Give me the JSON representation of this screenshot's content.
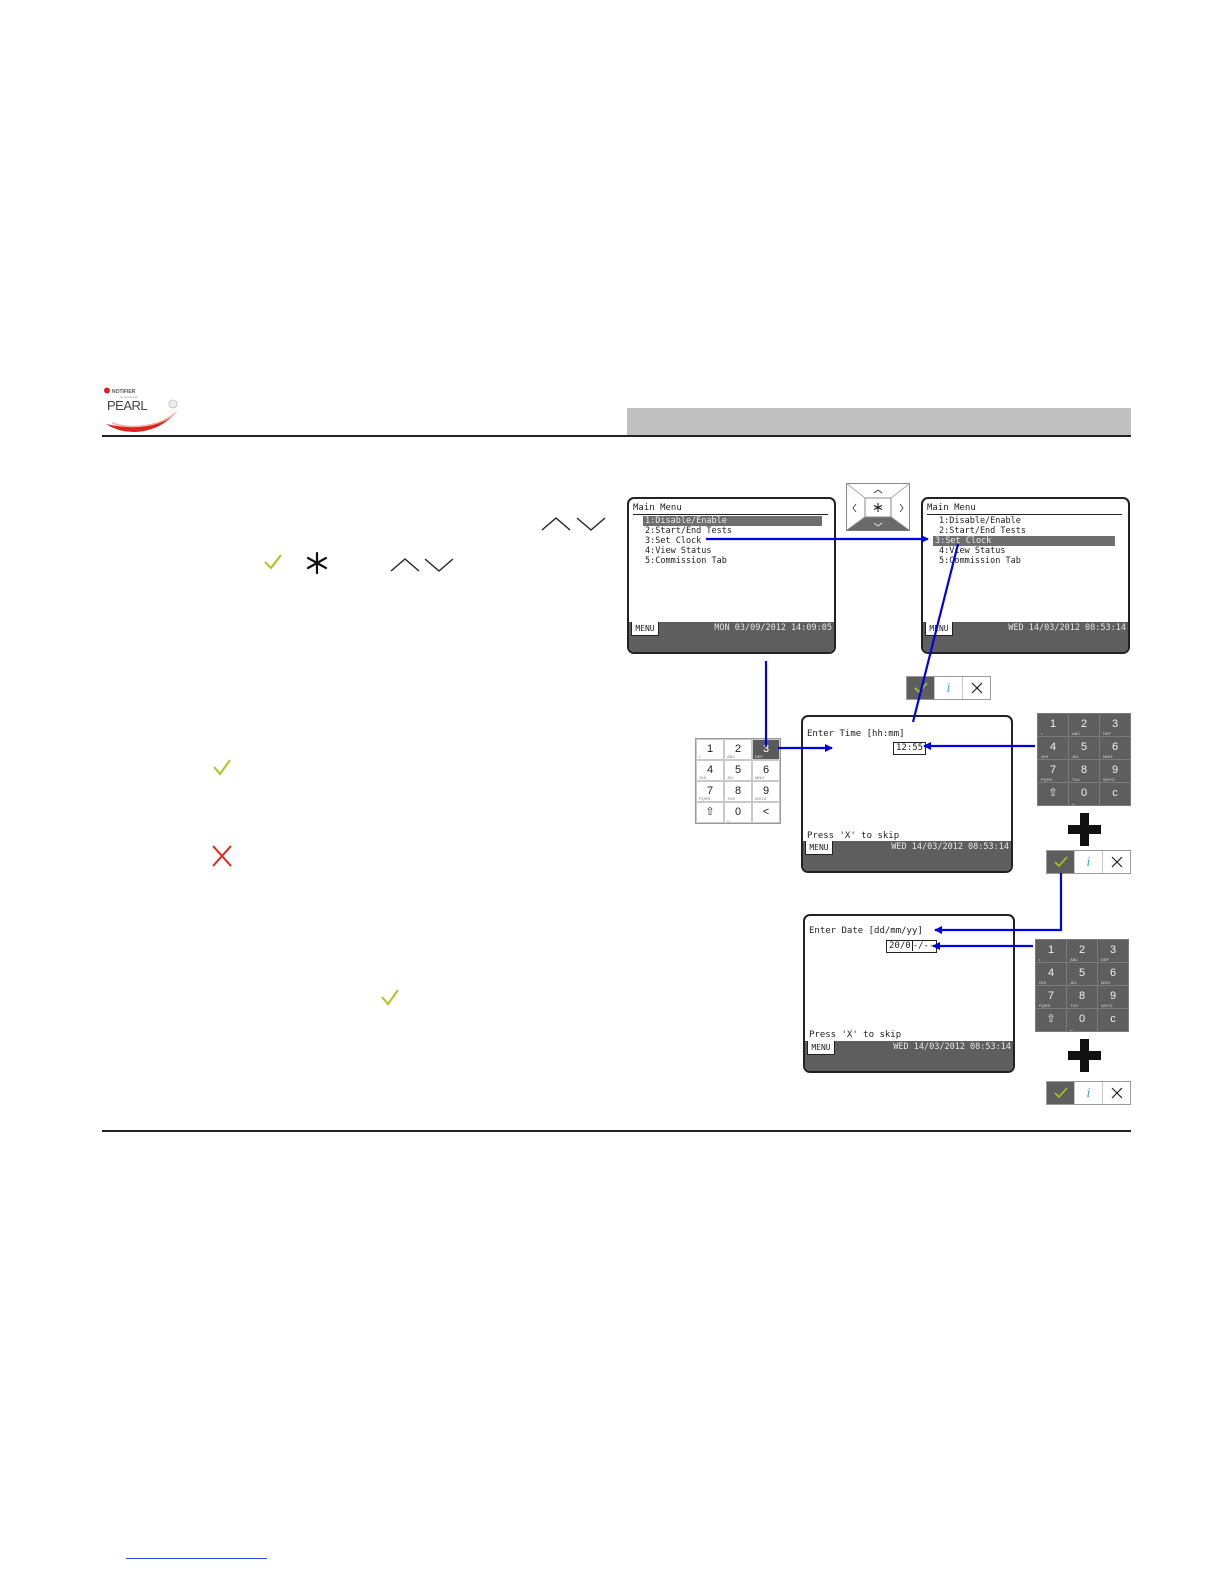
{
  "header": {
    "brand_small": "NOTIFIER",
    "brand_tag": "by Honeywell",
    "brand_name": "PEARL"
  },
  "screens": {
    "main_menu_1": {
      "title": "Main Menu",
      "items": [
        "1:Disable/Enable",
        "2:Start/End Tests",
        "3:Set Clock",
        "4:View Status",
        "5:Commission Tab"
      ],
      "selected_index": 0,
      "footer_tab": "MENU",
      "datetime": "MON 03/09/2012 14:09:05"
    },
    "main_menu_2": {
      "title": "Main Menu",
      "items": [
        "1:Disable/Enable",
        "2:Start/End Tests",
        "3:Set Clock",
        "4:View Status",
        "5:Commission Tab"
      ],
      "selected_index": 2,
      "footer_tab": "MENU",
      "datetime": "WED 14/03/2012 08:53:14"
    },
    "enter_time": {
      "prompt": "Enter Time [hh:mm]",
      "value": "12:55",
      "skip_hint": "Press 'X' to skip",
      "footer_tab": "MENU",
      "datetime": "WED 14/03/2012 08:53:14"
    },
    "enter_date": {
      "prompt": "Enter Date [dd/mm/yy]",
      "value_entered": "20/0",
      "value_pending": "-/--",
      "skip_hint": "Press 'X' to skip",
      "footer_tab": "MENU",
      "datetime": "WED 14/03/2012 08:53:14"
    }
  },
  "keypad_white": {
    "keys": [
      {
        "label": "1",
        "sub": "•"
      },
      {
        "label": "2",
        "sub": "ABC"
      },
      {
        "label": "3",
        "sub": "DEF"
      },
      {
        "label": "4",
        "sub": "GHI"
      },
      {
        "label": "5",
        "sub": "JKL"
      },
      {
        "label": "6",
        "sub": "MNO"
      },
      {
        "label": "7",
        "sub": "PQRS"
      },
      {
        "label": "8",
        "sub": "TUV"
      },
      {
        "label": "9",
        "sub": "WXYZ"
      },
      {
        "label": "⇧",
        "sub": ""
      },
      {
        "label": "0",
        "sub": "␣"
      },
      {
        "label": "<",
        "sub": ""
      }
    ],
    "highlighted": "3"
  },
  "keypad_dark": {
    "keys": [
      {
        "label": "1",
        "sub": "•"
      },
      {
        "label": "2",
        "sub": "ABC"
      },
      {
        "label": "3",
        "sub": "DEF"
      },
      {
        "label": "4",
        "sub": "GHI"
      },
      {
        "label": "5",
        "sub": "JKL"
      },
      {
        "label": "6",
        "sub": "MNO"
      },
      {
        "label": "7",
        "sub": "PQRS"
      },
      {
        "label": "8",
        "sub": "TUV"
      },
      {
        "label": "9",
        "sub": "WXYZ"
      },
      {
        "label": "⇧",
        "sub": ""
      },
      {
        "label": "0",
        "sub": "␣"
      },
      {
        "label": "c",
        "sub": ""
      }
    ]
  },
  "confirm_bar": {
    "info": "i"
  },
  "icons": [
    "check-icon",
    "asterisk-icon",
    "up-icon",
    "down-icon",
    "cross-icon",
    "plus-icon",
    "left-icon",
    "right-icon"
  ],
  "colors": {
    "arrow_blue": "#0000e0",
    "check_green": "#a6c81e",
    "cross_red": "#d9241f",
    "lcd_footer": "#5e5e5e",
    "header_bar": "#c0c0c0",
    "info_blue": "#3aa0d8"
  }
}
